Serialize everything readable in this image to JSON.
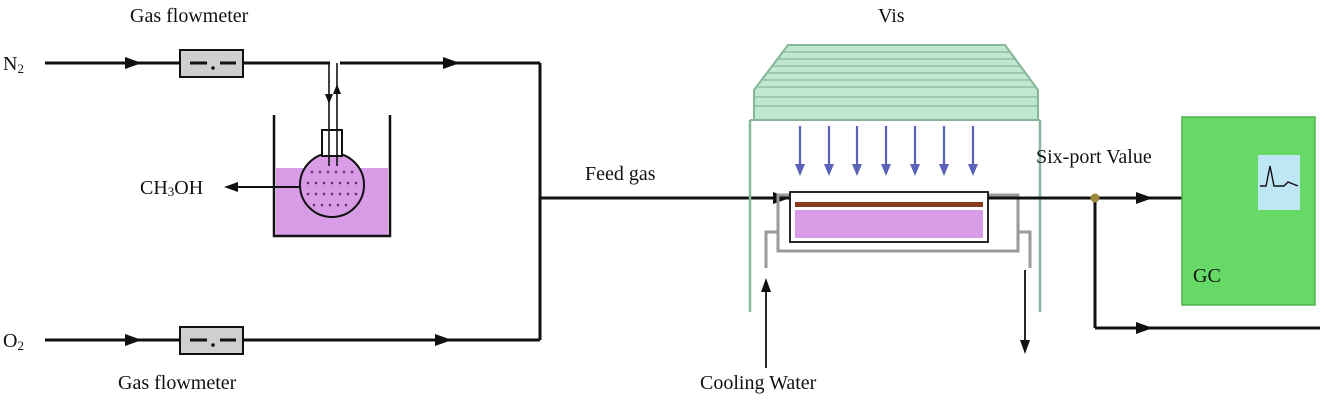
{
  "labels": {
    "gas_flowmeter_top": "Gas flowmeter",
    "gas_flowmeter_bottom": "Gas flowmeter",
    "n2_main": "N",
    "n2_sub": "2",
    "o2_main": "O",
    "o2_sub": "2",
    "ch3oh_a": "CH",
    "ch3oh_sub": "3",
    "ch3oh_b": "OH",
    "feed_gas": "Feed gas",
    "vis": "Vis",
    "six_port": "Six-port Value",
    "gc": "GC",
    "cooling_water": "Cooling Water"
  },
  "colors": {
    "line": "#111111",
    "flowmeter_fill": "#cfcfcf",
    "liquid": "#d89be6",
    "lamp_fill": "#bfe8cf",
    "lamp_stroke": "#86b79a",
    "light_arrow": "#5a63b8",
    "catalyst": "#8a3b1e",
    "gc_fill": "#66d966",
    "gc_screen": "#bfe6f4",
    "valve": "#9c8a3c"
  }
}
